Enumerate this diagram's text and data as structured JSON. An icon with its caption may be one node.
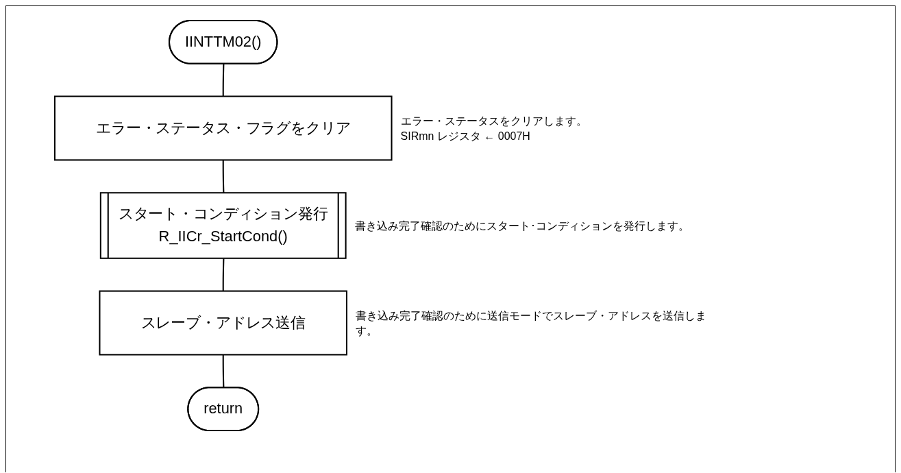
{
  "diagram": {
    "nodes": [
      {
        "text": [
          "IINTTM02()"
        ]
      },
      {
        "text": [
          "エラー・ステータス・フラグをクリア"
        ],
        "beside": [
          "エラー・ステータスをクリアします。",
          "SIRmn レジスタ ← 0007H"
        ]
      },
      {
        "text": [
          "スタート・コンディション発行",
          "R_IICr_StartCond()"
        ],
        "beside": [
          "書き込み完了確認のためにスタート･コンディションを発行します。"
        ]
      },
      {
        "text": [
          "スレーブ・アドレス送信"
        ],
        "beside": [
          "書き込み完了確認のために送信モードでスレーブ・アドレスを送信します。"
        ]
      },
      {
        "text": [
          "return"
        ]
      }
    ],
    "edges": [
      {
        "from": 0,
        "to": 1,
        "arrow": "none"
      },
      {
        "from": 1,
        "to": 2,
        "arrow": "none"
      },
      {
        "from": 2,
        "to": 3,
        "arrow": "none"
      },
      {
        "from": 3,
        "to": 4,
        "arrow": "none"
      }
    ]
  }
}
